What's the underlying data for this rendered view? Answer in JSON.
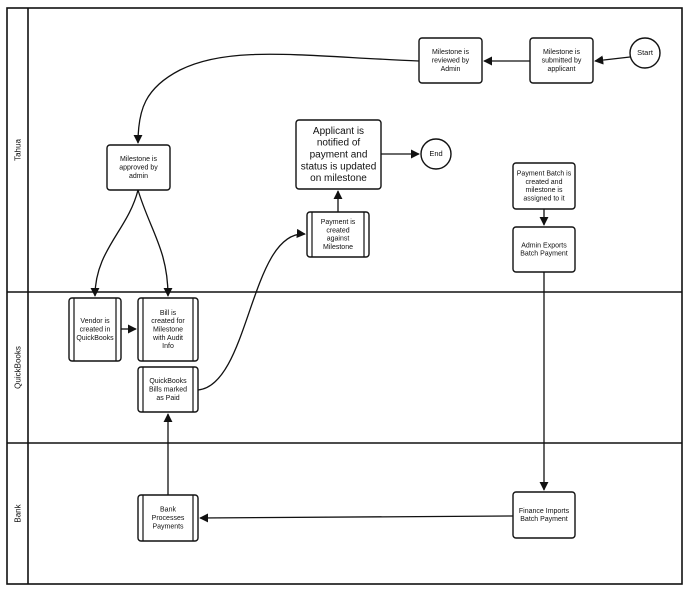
{
  "lanes": [
    {
      "id": "tahua",
      "label": "Tahua"
    },
    {
      "id": "quickbooks",
      "label": "QuickBooks"
    },
    {
      "id": "bank",
      "label": "Bank"
    }
  ],
  "nodes": [
    {
      "id": "start",
      "kind": "terminal",
      "lines": [
        "Start"
      ]
    },
    {
      "id": "submitted",
      "kind": "process",
      "lines": [
        "Milestone is",
        "submitted by",
        "applicant"
      ]
    },
    {
      "id": "reviewed",
      "kind": "process",
      "lines": [
        "Milestone is",
        "reviewed by",
        "Admin"
      ]
    },
    {
      "id": "approved",
      "kind": "process",
      "lines": [
        "Milestone is",
        "approved by",
        "admin"
      ]
    },
    {
      "id": "notified",
      "kind": "process",
      "lines": [
        "Applicant is",
        "notified of",
        "payment and",
        "status is updated",
        "on milestone"
      ]
    },
    {
      "id": "end",
      "kind": "terminal",
      "lines": [
        "End"
      ]
    },
    {
      "id": "payment_created",
      "kind": "subprocess",
      "lines": [
        "Payment is",
        "created",
        "against",
        "Milestone"
      ]
    },
    {
      "id": "batch_created",
      "kind": "process",
      "lines": [
        "Payment Batch is",
        "created and",
        "milestone is",
        "assigned to it"
      ]
    },
    {
      "id": "admin_exports",
      "kind": "process",
      "lines": [
        "Admin Exports",
        "Batch Payment"
      ]
    },
    {
      "id": "vendor",
      "kind": "subprocess",
      "lines": [
        "Vendor is",
        "created in",
        "QuickBooks"
      ]
    },
    {
      "id": "bill",
      "kind": "subprocess",
      "lines": [
        "Bill is",
        "created for",
        "Milestone",
        "with Audit",
        "Info"
      ]
    },
    {
      "id": "bills_paid",
      "kind": "subprocess",
      "lines": [
        "QuickBooks",
        "Bills marked",
        "as Paid"
      ]
    },
    {
      "id": "bank_processes",
      "kind": "subprocess",
      "lines": [
        "Bank",
        "Processes",
        "Payments"
      ]
    },
    {
      "id": "finance_imports",
      "kind": "process",
      "lines": [
        "Finance Imports",
        "Batch Payment"
      ]
    }
  ],
  "edges": [
    {
      "from": "start",
      "to": "submitted"
    },
    {
      "from": "submitted",
      "to": "reviewed"
    },
    {
      "from": "reviewed",
      "to": "approved"
    },
    {
      "from": "approved",
      "to": "vendor"
    },
    {
      "from": "approved",
      "to": "bill"
    },
    {
      "from": "vendor",
      "to": "bill"
    },
    {
      "from": "bills_paid",
      "to": "payment_created"
    },
    {
      "from": "payment_created",
      "to": "notified"
    },
    {
      "from": "notified",
      "to": "end"
    },
    {
      "from": "batch_created",
      "to": "admin_exports"
    },
    {
      "from": "admin_exports",
      "to": "finance_imports"
    },
    {
      "from": "finance_imports",
      "to": "bank_processes"
    },
    {
      "from": "bank_processes",
      "to": "bills_paid"
    }
  ]
}
